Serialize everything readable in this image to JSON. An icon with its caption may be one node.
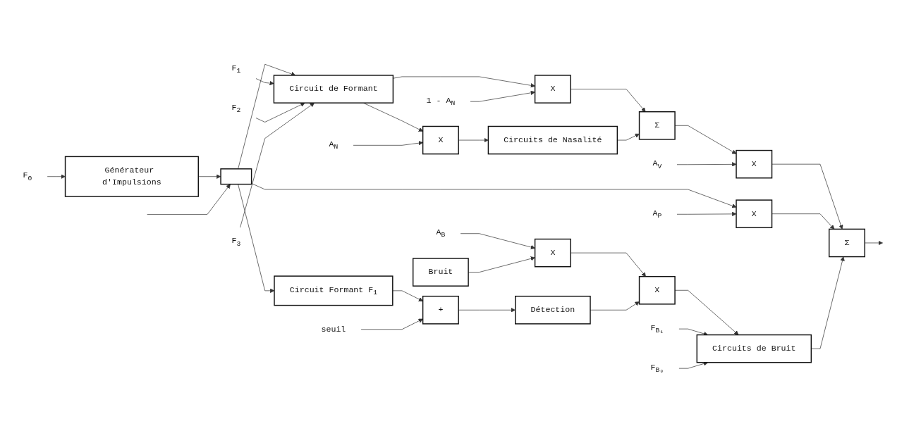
{
  "diagram": {
    "nodes": [
      {
        "text": [
          "F$_{0}$"
        ]
      },
      {
        "text": [
          "Générateur d'Impulsions"
        ]
      },
      {
        "text": [],
        "shape": "box"
      },
      {
        "text": [
          "F$_{1}$"
        ]
      },
      {
        "text": [
          "F$_{2}$"
        ]
      },
      {
        "text": [
          "F$_{3}$"
        ]
      },
      {
        "text": [
          "Circuit de Formant"
        ]
      },
      {
        "text": [
          "1 - A$_{N}$"
        ]
      },
      {
        "text": [
          "X"
        ]
      },
      {
        "text": [
          "A$_{N}$"
        ]
      },
      {
        "text": [
          "X"
        ]
      },
      {
        "text": [
          "Circuits de Nasalité"
        ]
      },
      {
        "text": [
          "Σ"
        ]
      },
      {
        "text": [
          "A$_{V}$"
        ]
      },
      {
        "text": [
          "X"
        ]
      },
      {
        "text": [
          "Circuit Formant F$_{1}$"
        ]
      },
      {
        "text": [
          "A$_{P}$"
        ]
      },
      {
        "text": [
          "X"
        ]
      },
      {
        "text": [
          "seuil"
        ]
      },
      {
        "text": [
          "+"
        ]
      },
      {
        "text": [
          "Détection"
        ]
      },
      {
        "text": [
          "Σ"
        ]
      },
      {
        "text": [
          "A$_{B}$"
        ]
      },
      {
        "text": [
          "Bruit"
        ]
      },
      {
        "text": [
          "X"
        ]
      },
      {
        "text": [
          "X"
        ]
      },
      {
        "text": [
          "F$_{B₁}$"
        ]
      },
      {
        "text": [
          "F$_{B₀}$"
        ]
      },
      {
        "text": [
          "Circuits de Bruit"
        ]
      }
    ],
    "edges": [
      {
        "from": 0,
        "to": 1,
        "arrow": "to"
      },
      {
        "from": 1,
        "to": 2,
        "arrow": "to"
      },
      {
        "from": null,
        "to": 2,
        "arrow": "to"
      },
      {
        "from": 2,
        "to": 6,
        "arrow": "to"
      },
      {
        "from": 3,
        "to": 6,
        "arrow": "to"
      },
      {
        "from": 4,
        "to": 6,
        "arrow": "to"
      },
      {
        "from": 5,
        "to": 6,
        "arrow": "to"
      },
      {
        "from": 2,
        "to": 15,
        "arrow": "to"
      },
      {
        "from": 2,
        "to": 17,
        "arrow": "to"
      },
      {
        "from": 6,
        "to": 8,
        "arrow": "to"
      },
      {
        "from": 6,
        "to": 10,
        "arrow": "to"
      },
      {
        "from": 7,
        "to": 8,
        "arrow": "to"
      },
      {
        "from": 9,
        "to": 10,
        "arrow": "to"
      },
      {
        "from": 10,
        "to": 11,
        "arrow": "to"
      },
      {
        "from": 8,
        "to": 12,
        "arrow": "to"
      },
      {
        "from": 11,
        "to": 12,
        "arrow": "to"
      },
      {
        "from": 12,
        "to": 14,
        "arrow": "to"
      },
      {
        "from": 13,
        "to": 14,
        "arrow": "to"
      },
      {
        "from": 14,
        "to": 21,
        "arrow": "to"
      },
      {
        "from": 15,
        "to": 19,
        "arrow": "to"
      },
      {
        "from": 18,
        "to": 19,
        "arrow": "to"
      },
      {
        "from": 19,
        "to": 20,
        "arrow": "to"
      },
      {
        "from": 16,
        "to": 17,
        "arrow": "to"
      },
      {
        "from": 17,
        "to": 21,
        "arrow": "to"
      },
      {
        "from": 21,
        "to": null,
        "arrow": "to"
      },
      {
        "from": 22,
        "to": 24,
        "arrow": "to"
      },
      {
        "from": 23,
        "to": 24,
        "arrow": "to"
      },
      {
        "from": 24,
        "to": 25,
        "arrow": "to"
      },
      {
        "from": 20,
        "to": 25,
        "arrow": "to"
      },
      {
        "from": 25,
        "to": 28,
        "arrow": "to"
      },
      {
        "from": 26,
        "to": 28,
        "arrow": "to"
      },
      {
        "from": 27,
        "to": 28,
        "arrow": "to"
      },
      {
        "from": 28,
        "to": 21,
        "arrow": "to"
      }
    ]
  }
}
